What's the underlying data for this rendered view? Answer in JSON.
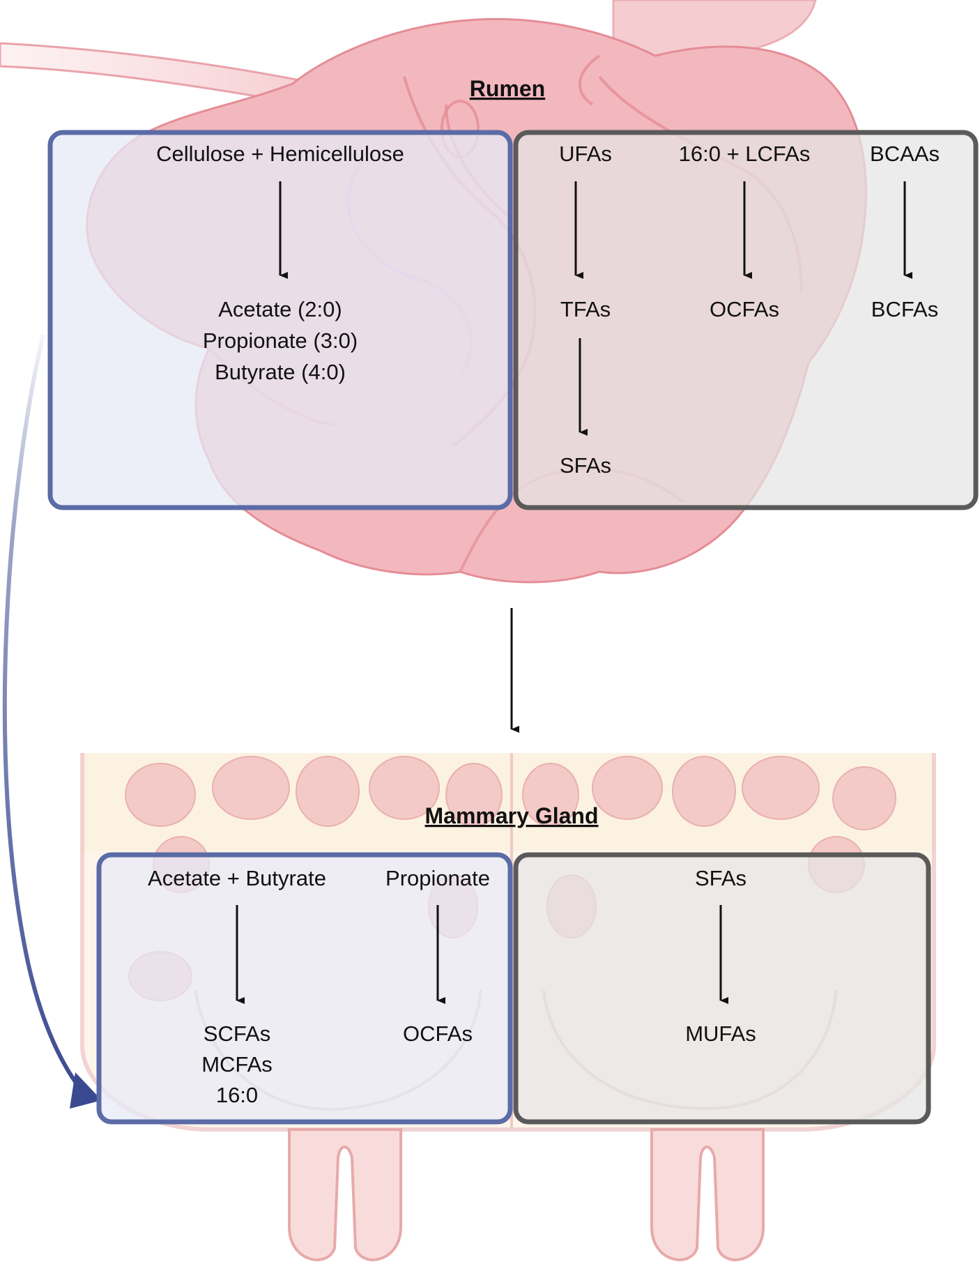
{
  "rumen": {
    "title": "Rumen",
    "left_box": {
      "source": "Cellulose + Hemicellulose",
      "products": [
        "Acetate (2:0)",
        "Propionate (3:0)",
        "Butyrate (4:0)"
      ]
    },
    "right_box": {
      "col1_top": "UFAs",
      "col1_mid": "TFAs",
      "col1_bottom": "SFAs",
      "col2_top": "16:0 + LCFAs",
      "col2_bottom": "OCFAs",
      "col3_top": "BCAAs",
      "col3_bottom": "BCFAs"
    }
  },
  "mammary": {
    "title": "Mammary Gland",
    "left_box": {
      "col1_top": "Acetate + Butyrate",
      "col1_products": [
        "SCFAs",
        "MCFAs",
        "16:0"
      ],
      "col2_top": "Propionate",
      "col2_bottom": "OCFAs"
    },
    "right_box": {
      "top": "SFAs",
      "bottom": "MUFAs"
    }
  },
  "colors": {
    "rumen_organ": "#f2b8bd",
    "rumen_outline": "#e58c96",
    "blue_box_border": "#5b6ba6",
    "blue_box_fill": "#e8ecf7",
    "gray_box_border": "#5a5a5a",
    "gray_box_fill": "#e6e6e6",
    "side_arrow": "#3a4a90",
    "udder_pink": "#f3c6c6",
    "udder_cream": "#fcefd8"
  }
}
